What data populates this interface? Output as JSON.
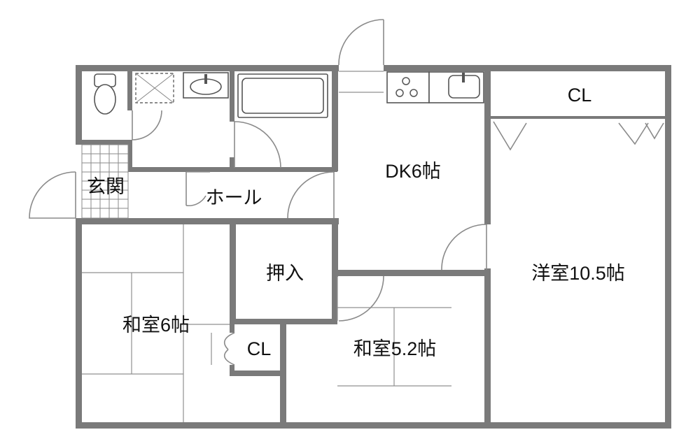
{
  "rooms": {
    "genkan": "玄関",
    "hall": "ホール",
    "dk": "DK6帖",
    "cl_top": "CL",
    "youshitsu": "洋室10.5帖",
    "oshiire": "押入",
    "washitsu_left": "和室6帖",
    "cl_small": "CL",
    "washitsu_center": "和室5.2帖"
  },
  "colors": {
    "wall": "#7a7a7a",
    "line": "#8a8a8a",
    "fixture": "#555555"
  },
  "icons": [
    "toilet-icon",
    "washer-pan-icon",
    "washbasin-icon",
    "bathtub-icon",
    "stove-icon",
    "sink-icon",
    "closet-door-icon"
  ]
}
